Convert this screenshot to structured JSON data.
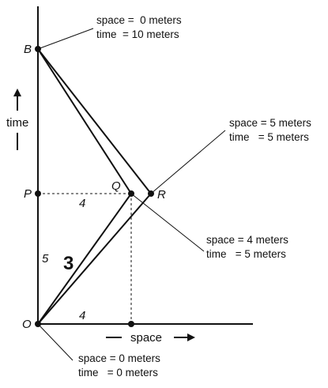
{
  "axes": {
    "time_label": "time",
    "space_label": "space"
  },
  "points": {
    "B": "B",
    "P": "P",
    "Q": "Q",
    "R": "R",
    "O": "O"
  },
  "segments": {
    "p_to_q": "4",
    "o_to_space": "4",
    "o_to_p": "5"
  },
  "figure_number": "3",
  "callouts": {
    "b": {
      "space": "space =  0 meters",
      "time": "time  = 10 meters"
    },
    "r": {
      "space": "space = 5 meters",
      "time": "time   = 5 meters"
    },
    "q": {
      "space": "space = 4 meters",
      "time": "time   = 5 meters"
    },
    "o": {
      "space": "space = 0 meters",
      "time": "time   = 0 meters"
    }
  }
}
